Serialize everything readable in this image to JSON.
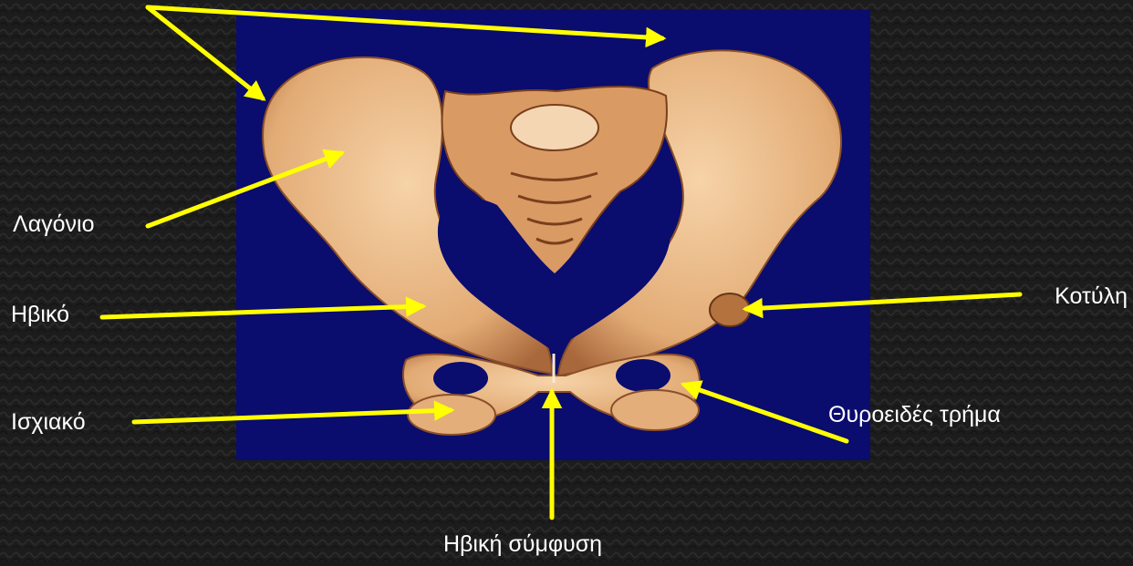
{
  "labels": {
    "iliac": "Λαγόνιο",
    "pubis": "Ηβικό",
    "ischium": "Ισχιακό",
    "acetabulum": "Κοτύλη",
    "obturator_foramen": "Θυροειδές τρήμα",
    "pubic_symphysis": "Ηβική σύμφυση"
  },
  "colors": {
    "background": "#1a1a1a",
    "panel": "#0a0c6e",
    "bone": "#e8b98a",
    "arrow": "#ffff00",
    "text": "#ffffff"
  }
}
